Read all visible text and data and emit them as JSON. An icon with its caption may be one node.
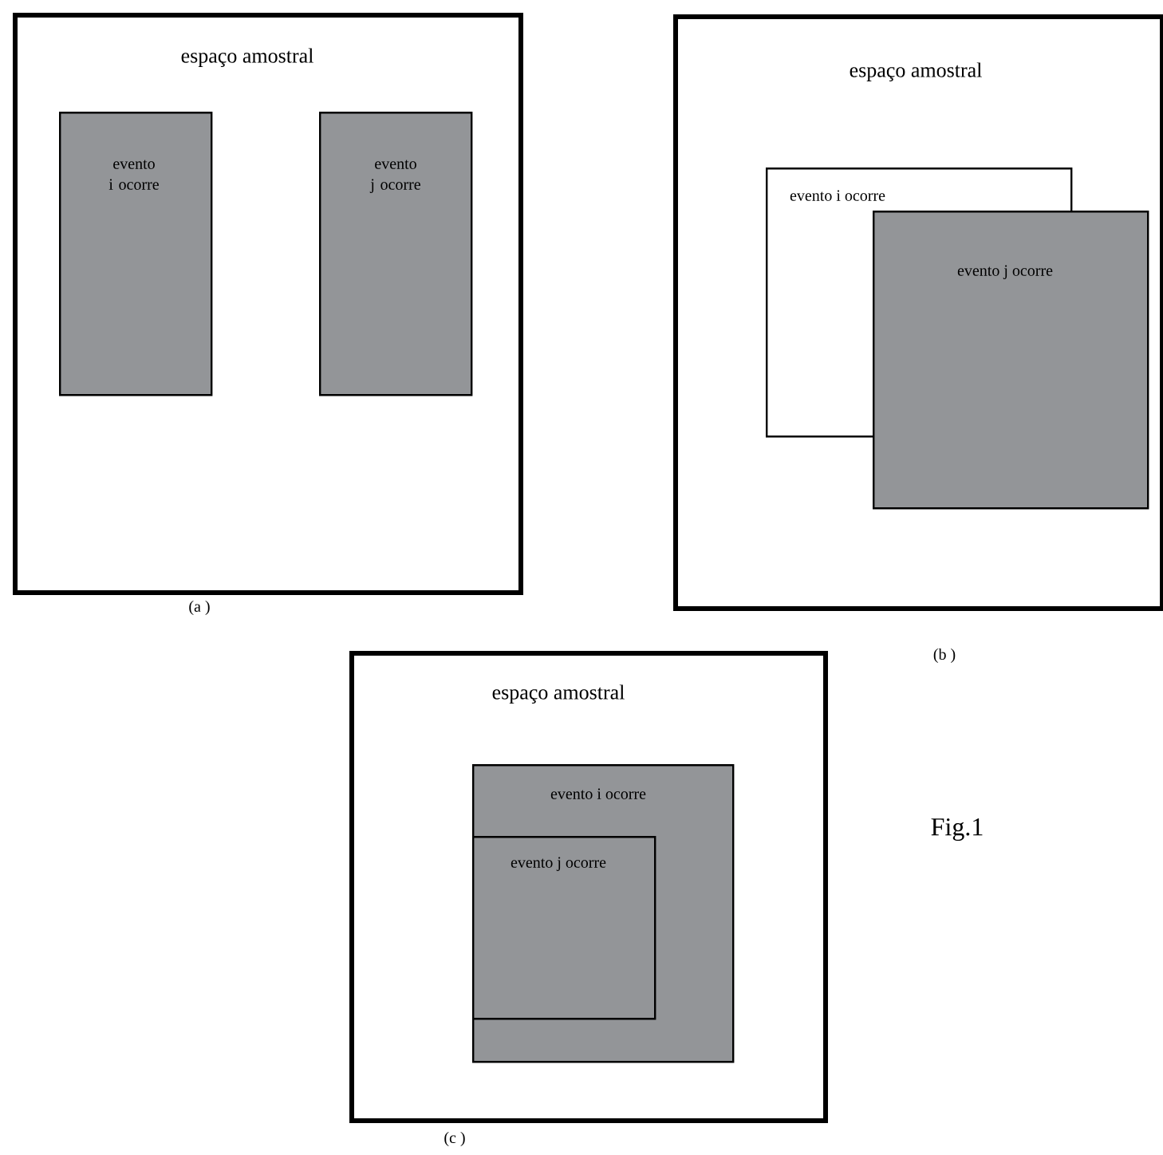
{
  "diagram": {
    "nodes": [
      {
        "text": [
          "espaço amostral"
        ]
      },
      {
        "text": [
          "evento i ocorre"
        ],
        "in": 0
      },
      {
        "text": [
          "evento j ocorre"
        ],
        "in": 0
      },
      {
        "text": [
          "espaço amostral"
        ]
      },
      {
        "text": [
          "evento i ocorre"
        ],
        "in": 3
      },
      {
        "text": [
          "evento j ocorre"
        ],
        "in": 3
      },
      {
        "text": [
          "espaço amostral"
        ]
      },
      {
        "text": [
          "evento i ocorre"
        ],
        "in": 6
      },
      {
        "text": [
          "evento j ocorre"
        ],
        "in": 7
      }
    ],
    "labels": [
      "(a )",
      "(b )",
      "(c )",
      "Fig.1"
    ]
  }
}
